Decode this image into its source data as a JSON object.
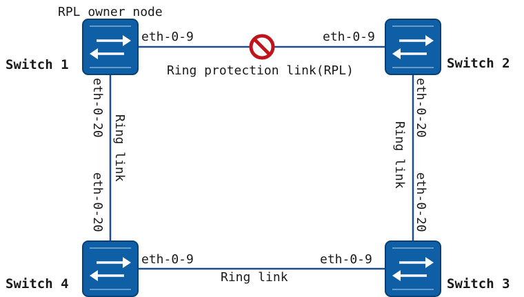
{
  "colors": {
    "link": "#1f4e8c",
    "switch_fill": "#0e5fa6",
    "switch_stroke": "#0a3f73",
    "block_sign": "#c0141c"
  },
  "owner_label": "RPL owner node",
  "switches": {
    "sw1": {
      "label": "Switch 1",
      "icon": "switch-icon"
    },
    "sw2": {
      "label": "Switch 2",
      "icon": "switch-icon"
    },
    "sw3": {
      "label": "Switch 3",
      "icon": "switch-icon"
    },
    "sw4": {
      "label": "Switch 4",
      "icon": "switch-icon"
    }
  },
  "links": {
    "top": {
      "label": "Ring protection link(RPL)",
      "left_port": "eth-0-9",
      "right_port": "eth-0-9",
      "blocked_icon": "blocked-icon"
    },
    "left": {
      "label": "Ring link",
      "top_port": "eth-0-20",
      "bottom_port": "eth-0-20"
    },
    "right": {
      "label": "Ring link",
      "top_port": "eth-0-20",
      "bottom_port": "eth-0-20"
    },
    "bottom": {
      "label": "Ring link",
      "left_port": "eth-0-9",
      "right_port": "eth-0-9"
    }
  }
}
